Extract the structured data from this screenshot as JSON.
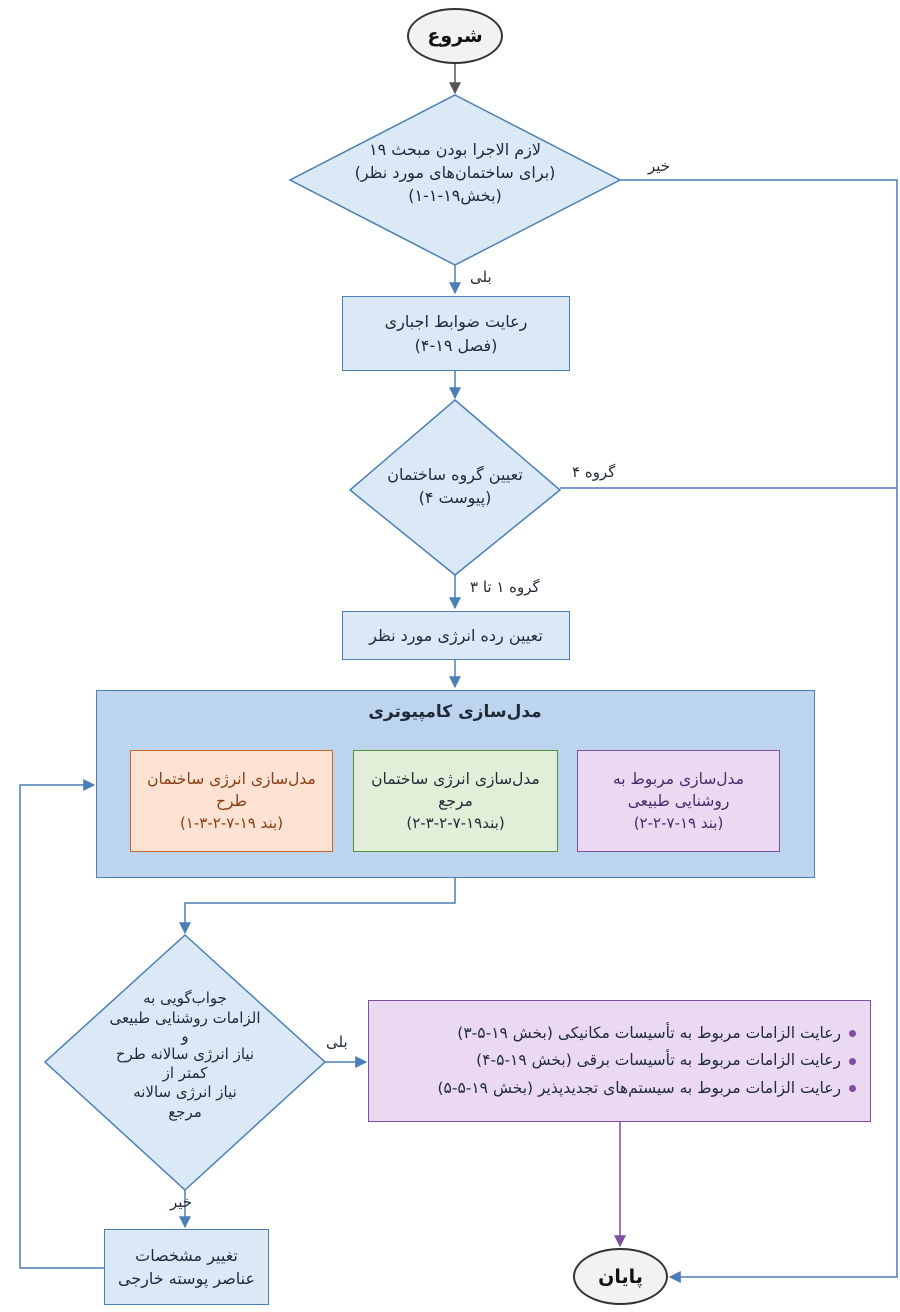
{
  "nodes": {
    "start": "شروع",
    "d1": [
      "لازم الاجرا بودن مبحث ۱۹",
      "(برای ساختمان‌های مورد نظر)",
      "(بخش۱۹-۱-۱)"
    ],
    "p1": [
      "رعایت ضوابط اجباری",
      "(فصل ۱۹-۴)"
    ],
    "d2": [
      "تعیین گروه ساختمان",
      "(پیوست ۴)"
    ],
    "p2": "تعیین رده انرژی مورد نظر",
    "group": {
      "title": "مدل‌سازی کامپیوتری",
      "design": [
        "مدل‌سازی انرژی ساختمان",
        "طرح",
        "(بند ۱۹-۷-۲-۳-۱)"
      ],
      "reference": [
        "مدل‌سازی انرژی ساختمان",
        "مرجع",
        "(بند۱۹-۷-۲-۳-۲)"
      ],
      "daylight": [
        "مدل‌سازی مربوط به",
        "روشنایی طبیعی",
        "(بند ۱۹-۷-۲-۲)"
      ]
    },
    "d3": [
      "جواب‌گویی به",
      "الزامات روشنایی طبیعی",
      "و",
      "نیاز انرژی سالانه طرح",
      "کمتر از",
      "نیاز انرژی سالانه",
      "مرجع"
    ],
    "req": [
      "رعایت الزامات مربوط به تأسیسات مکانیکی (بخش ۱۹-۵-۳)",
      "رعایت الزامات مربوط به تأسیسات برقی (بخش ۱۹-۵-۴)",
      "رعایت الزامات مربوط به سیستم‌های تجدیدپذیر (بخش ۱۹-۵-۵)"
    ],
    "p3": [
      "تغییر مشخصات",
      "عناصر پوسته خارجی"
    ],
    "end": "پایان"
  },
  "edge_labels": {
    "d1_no": "خیر",
    "d1_yes": "بلی",
    "d2_g4": "گروه ۴",
    "d2_g13": "گروه ۱ تا ۳",
    "d3_yes": "بلی",
    "d3_no": "خیر"
  },
  "colors": {
    "box_fill": "#dbe8f6",
    "box_border": "#4a7fb5",
    "group_fill": "#bcd4ee",
    "design_fill": "#fbe2d2",
    "design_border": "#c8682a",
    "design_text": "#8a3d12",
    "reference_fill": "#e1efd8",
    "reference_border": "#5a8d3a",
    "daylight_fill": "#ead9f1",
    "daylight_border": "#7e4ea0",
    "edge": "#4a7fb5",
    "edge_purple": "#7e4ea0"
  }
}
